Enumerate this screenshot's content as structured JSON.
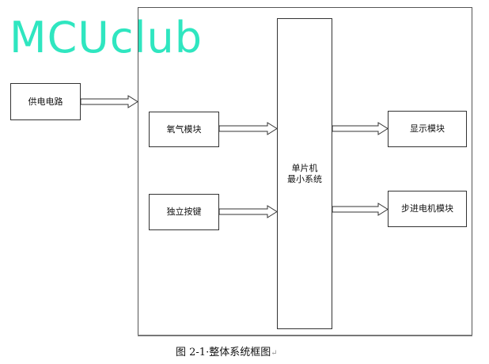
{
  "logo": "MCUclub",
  "blocks": {
    "power": "供电电路",
    "oxygen": "氧气模块",
    "keys": "独立按键",
    "mcu_line1": "单片机",
    "mcu_line2": "最小系统",
    "display": "显示模块",
    "stepper": "步进电机模块"
  },
  "caption": {
    "text": "图 2-1·整体系统框图",
    "mark": "↵"
  }
}
